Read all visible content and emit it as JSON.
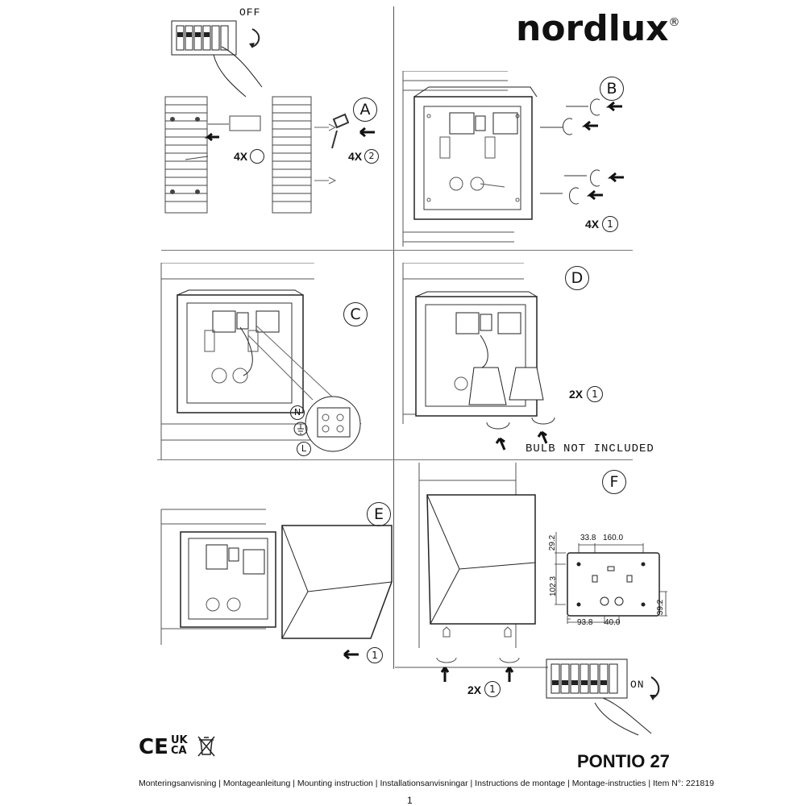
{
  "brand": {
    "name": "nordlux",
    "reg_mark": "®"
  },
  "steps": {
    "a": {
      "label": "A",
      "screw_qty": "4X",
      "anchor_qty": "4X",
      "anchor_ref": "2"
    },
    "b": {
      "label": "B",
      "qty": "4X",
      "ref": "1"
    },
    "c": {
      "label": "C",
      "terminal_n": "N",
      "terminal_l": "L"
    },
    "d": {
      "label": "D",
      "qty": "2X",
      "ref": "1",
      "note": "BULB NOT INCLUDED"
    },
    "e": {
      "label": "E",
      "ref": "1"
    },
    "f": {
      "label": "F",
      "qty": "2X",
      "ref": "1"
    }
  },
  "power": {
    "off_label": "OFF",
    "on_label": "ON"
  },
  "dimensions": {
    "d1": "33.8",
    "d2": "160.0",
    "d3": "29.2",
    "d4": "102.3",
    "d5": "93.8",
    "d6": "40.0",
    "d7": "39.2"
  },
  "certifications": {
    "ce": "CE",
    "ukca_top": "UK",
    "ukca_bottom": "CA",
    "weee": "WEEE"
  },
  "product": {
    "name": "PONTIO 27"
  },
  "footer": {
    "text": "Monteringsanvisning | Montageanleitung | Mounting instruction | Installationsanvisningar | Instructions de montage | Montage-instructies  | Item N°: 221819"
  },
  "page": {
    "number": "1"
  }
}
